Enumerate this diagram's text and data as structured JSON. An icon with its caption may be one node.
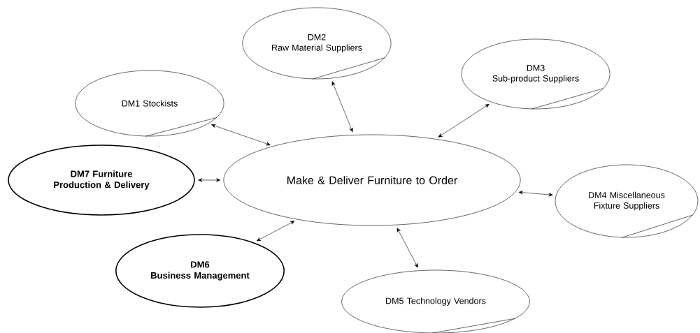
{
  "diagram": {
    "nodes": [
      {
        "text": [
          "Make & Deliver Furniture to Order"
        ]
      },
      {
        "text": [
          "DM1 Stockists"
        ]
      },
      {
        "text": [
          "DM2",
          "Raw Material Suppliers"
        ]
      },
      {
        "text": [
          "DM3",
          "Sub-product Suppliers"
        ]
      },
      {
        "text": [
          "DM4 Miscellaneous Fixture Suppliers"
        ]
      },
      {
        "text": [
          "DM5 Technology Vendors"
        ]
      },
      {
        "text": [
          "DM6",
          "Business Management"
        ]
      },
      {
        "text": [
          "DM7 Furniture Production & Delivery"
        ]
      }
    ],
    "edges": [
      {
        "from": 1,
        "to": 0,
        "arrow": "both"
      },
      {
        "from": 2,
        "to": 0,
        "arrow": "both"
      },
      {
        "from": 3,
        "to": 0,
        "arrow": "both"
      },
      {
        "from": 0,
        "to": 4,
        "arrow": "both"
      },
      {
        "from": 0,
        "to": 5,
        "arrow": "both"
      },
      {
        "from": 6,
        "to": 0,
        "arrow": "both"
      },
      {
        "from": 7,
        "to": 0,
        "arrow": "both"
      }
    ]
  }
}
